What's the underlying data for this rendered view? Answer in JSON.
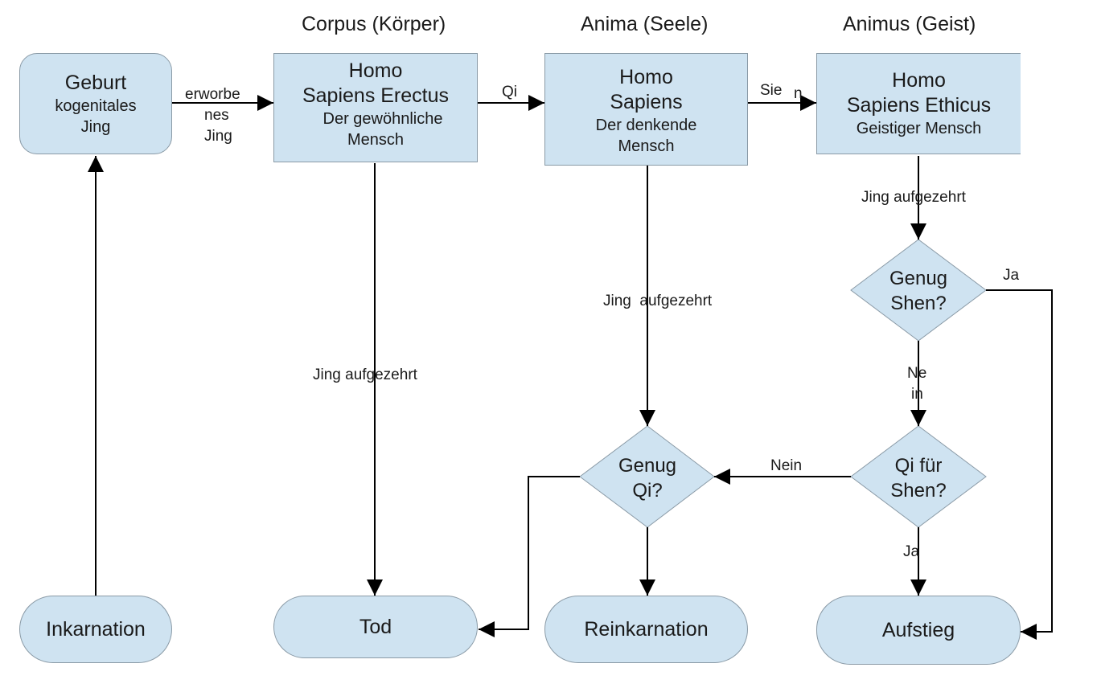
{
  "headers": {
    "corpus": "Corpus (Körper)",
    "anima": "Anima (Seele)",
    "animus": "Animus (Geist)"
  },
  "nodes": {
    "geburt": {
      "title": "Geburt",
      "line1": "kogenitales",
      "line2": "Jing"
    },
    "erectus": {
      "title1": "Homo",
      "title2": "Sapiens Erectus",
      "line1": "Der gewöhnliche",
      "line2": "Mensch"
    },
    "sapiens": {
      "title1": "Homo",
      "title2": "Sapiens",
      "line1": "Der denkende",
      "line2": "Mensch"
    },
    "ethicus": {
      "title1": "Homo",
      "title2": "Sapiens Ethicus",
      "line1": "Geistiger Mensch"
    },
    "genug_shen": {
      "line1": "Genug",
      "line2": "Shen?"
    },
    "qi_fuer_shen": {
      "line1": "Qi für",
      "line2": "Shen?"
    },
    "genug_qi": {
      "line1": "Genug",
      "line2": "Qi?"
    },
    "inkarnation": {
      "label": "Inkarnation"
    },
    "tod": {
      "label": "Tod"
    },
    "reinkarnation": {
      "label": "Reinkarnation"
    },
    "aufstieg": {
      "label": "Aufstieg"
    }
  },
  "edge_labels": {
    "erworbenes_1": "erworbe",
    "erworbenes_2": "nes",
    "erworbenes_3": "Jing",
    "qi": "Qi",
    "shen_1": "Sie",
    "shen_2": "n",
    "jing_aufgezehrt_corpus": "Jing aufgezehrt",
    "jing_aufgezehrt_anima": "Jing  aufgezehrt",
    "jing_aufgezehrt_animus": "Jing aufgezehrt",
    "ja_genug_shen": "Ja",
    "nein_genug_shen_1": "Ne",
    "nein_genug_shen_2": "in",
    "nein_qi_fuer_shen": "Nein",
    "ja_qi_fuer_shen": "Ja"
  },
  "colors": {
    "node_fill": "#cfe3f1",
    "node_border": "#8a9aa6",
    "connector": "#000000"
  }
}
